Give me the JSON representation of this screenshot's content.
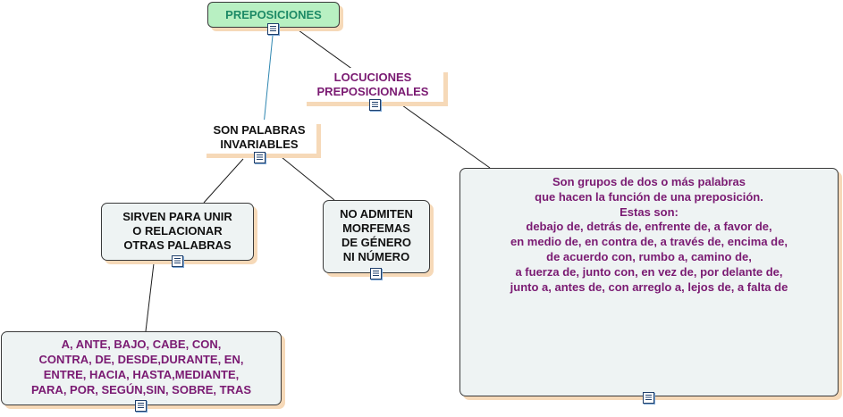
{
  "nodes": {
    "root": {
      "lines": [
        "PREPOSICIONES"
      ],
      "text_color": "#1d8a66",
      "fill": "#b8f0c2"
    },
    "locuciones": {
      "lines": [
        "LOCUCIONES",
        "PREPOSICIONALES"
      ],
      "text_color": "#7a1a72"
    },
    "invariables": {
      "lines": [
        "SON PALABRAS",
        "INVARIABLES"
      ],
      "text_color": "#111111"
    },
    "sirven": {
      "lines": [
        "SIRVEN PARA UNIR",
        "O RELACIONAR",
        "OTRAS PALABRAS"
      ],
      "text_color": "#111111"
    },
    "morfemas": {
      "lines": [
        "NO ADMITEN",
        "MORFEMAS",
        "DE GÉNERO",
        "NI NÚMERO"
      ],
      "text_color": "#111111"
    },
    "lista": {
      "lines": [
        "A, ANTE, BAJO, CABE, CON,",
        "CONTRA, DE, DESDE,DURANTE, EN,",
        "ENTRE, HACIA, HASTA,MEDIANTE,",
        "PARA, POR, SEGÚN,SIN, SOBRE, TRAS"
      ],
      "text_color": "#7a1a72"
    },
    "grupos": {
      "lines": [
        "Son grupos de dos o más palabras",
        "que hacen la función de una preposición.",
        "Estas son:",
        "debajo de, detrás de, enfrente de, a favor de,",
        "en medio de, en contra de, a través de, encima de,",
        "de acuerdo con, rumbo a, camino de,",
        "a fuerza de, junto con, en vez de, por delante de,",
        "junto a, antes de, con arreglo a, lejos de, a falta de"
      ],
      "text_color": "#7a1a72"
    }
  },
  "icons": {
    "note": "note-icon"
  },
  "colors": {
    "node_fill": "#eef3f3",
    "shadow": "#f6d9b8",
    "root_link": "#2e86b0",
    "link": "#1a1a1a"
  }
}
